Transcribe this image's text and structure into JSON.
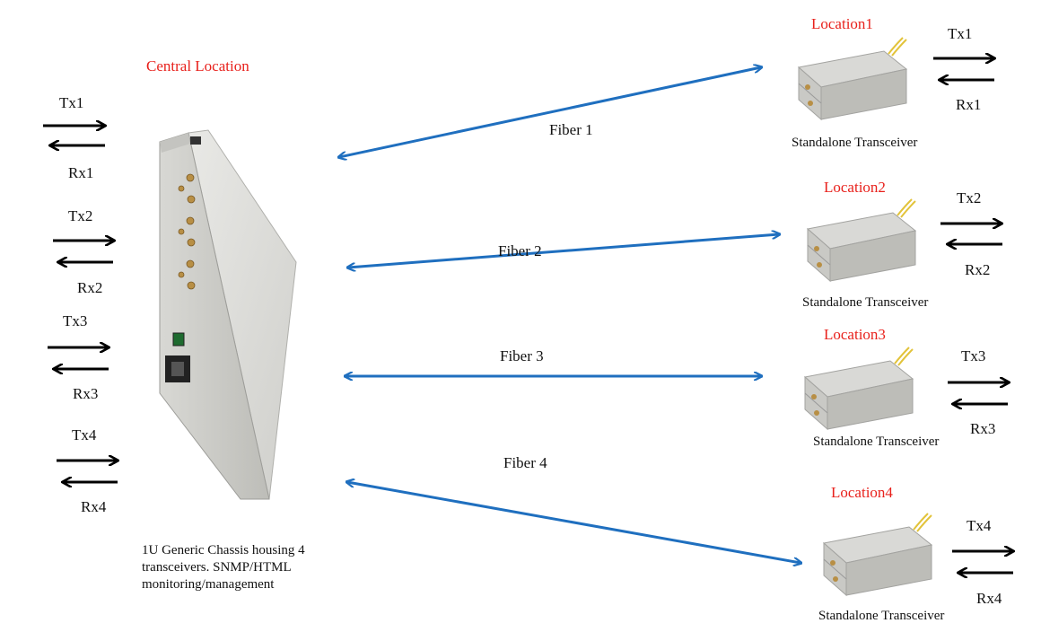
{
  "central": {
    "title": "Central Location",
    "description": "1U Generic Chassis housing 4 transceivers.  SNMP/HTML monitoring/management"
  },
  "central_ports": [
    {
      "tx": "Tx1",
      "rx": "Rx1"
    },
    {
      "tx": "Tx2",
      "rx": "Rx2"
    },
    {
      "tx": "Tx3",
      "rx": "Rx3"
    },
    {
      "tx": "Tx4",
      "rx": "Rx4"
    }
  ],
  "fibers": [
    "Fiber 1",
    "Fiber 2",
    "Fiber 3",
    "Fiber 4"
  ],
  "locations": [
    {
      "name": "Location1",
      "device": "Standalone Transceiver",
      "tx": "Tx1",
      "rx": "Rx1"
    },
    {
      "name": "Location2",
      "device": "Standalone Transceiver",
      "tx": "Tx2",
      "rx": "Rx2"
    },
    {
      "name": "Location3",
      "device": "Standalone Transceiver",
      "tx": "Tx3",
      "rx": "Rx3"
    },
    {
      "name": "Location4",
      "device": "Standalone Transceiver",
      "tx": "Tx4",
      "rx": "Rx4"
    }
  ],
  "colors": {
    "fiber": "#1f6fbf",
    "location_label": "#e8211c",
    "arrow": "#000000"
  }
}
